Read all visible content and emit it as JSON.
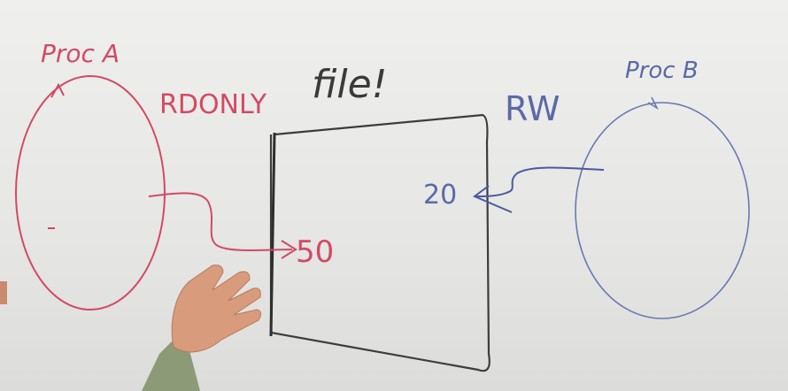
{
  "whiteboard": {
    "process_a_label": "Proc A",
    "process_b_label": "Proc B",
    "file_label": "file!",
    "mode_a": "RDONLY",
    "mode_b": "RW",
    "offset_a": "50",
    "offset_b": "20"
  },
  "colors": {
    "red_marker": "#d24a63",
    "blue_marker": "#5a6aa8",
    "black_marker": "#3a3a3a",
    "board": "#e9e9e7"
  }
}
